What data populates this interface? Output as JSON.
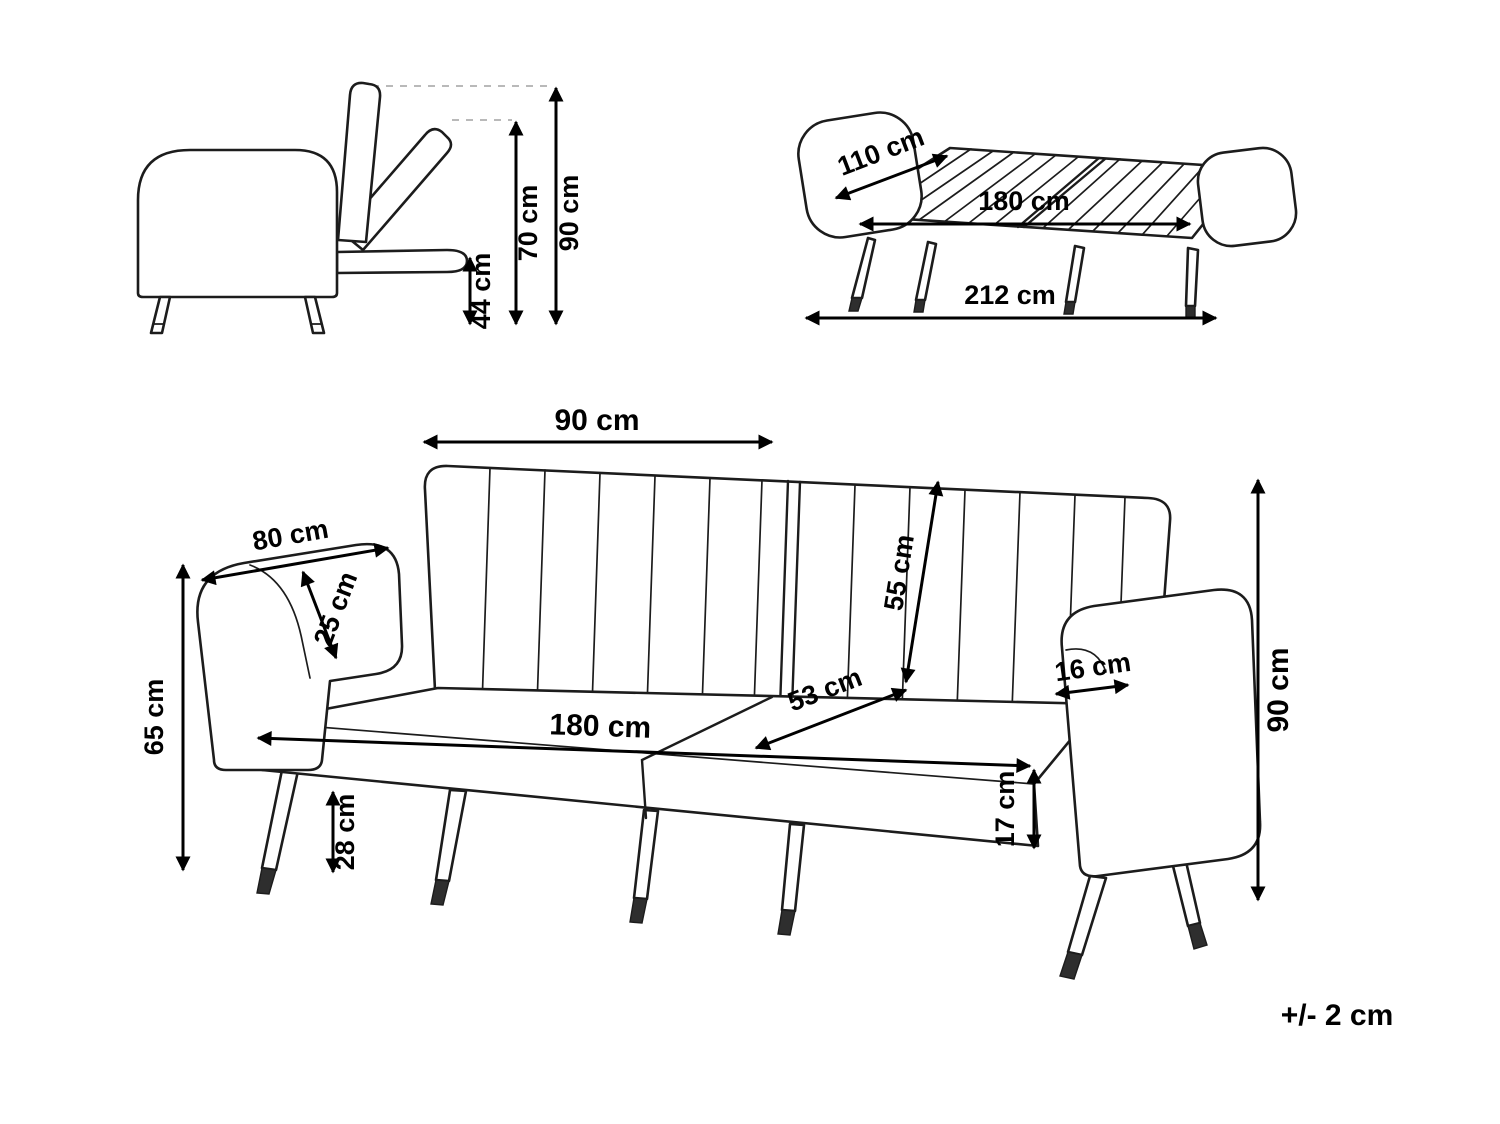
{
  "colors": {
    "line": "#1c1c1c",
    "dim": "#000000",
    "dashed": "#b9b9b9"
  },
  "side_view": {
    "d44": "44 cm",
    "d70": "70 cm",
    "d90": "90 cm"
  },
  "bed_view": {
    "d110": "110 cm",
    "d180": "180 cm",
    "d212": "212 cm"
  },
  "main_view": {
    "d90_backrest": "90 cm",
    "d80_arm": "80 cm",
    "d25_arm": "25 cm",
    "d55_backrest": "55 cm",
    "d65_side": "65 cm",
    "d16_arm": "16 cm",
    "d53_seat": "53 cm",
    "d180_seat": "180 cm",
    "d17_seat": "17 cm",
    "d28_leg": "28 cm",
    "d90_height": "90 cm"
  },
  "tolerance_note": "+/- 2 cm"
}
